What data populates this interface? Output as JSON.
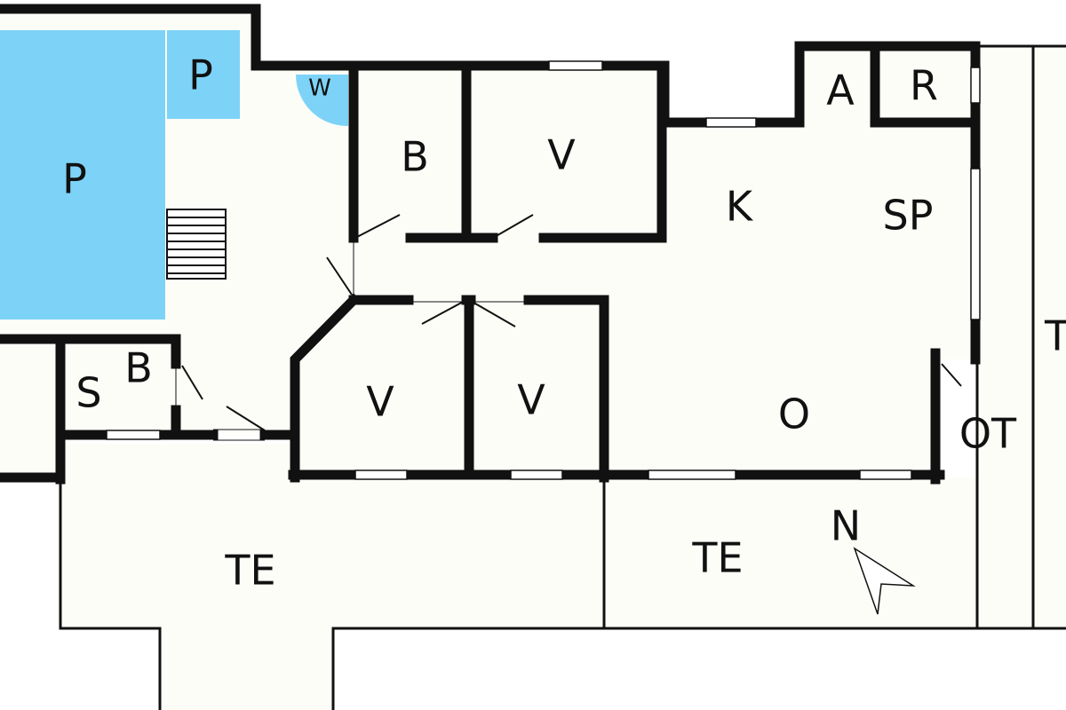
{
  "colors": {
    "background": "#ffffff",
    "floor": "#fdfdf8",
    "wall": "#111111",
    "pool": "#7dd3f7",
    "window": "#ffffff"
  },
  "labels": {
    "pool_main": "P",
    "pool_small": "P",
    "whirlpool": "W",
    "bath_upper": "B",
    "bedroom_upper": "V",
    "kitchen": "K",
    "dining": "SP",
    "utility": "A",
    "storage": "R",
    "sauna": "S",
    "bath_lower": "B",
    "bedroom_lower_left": "V",
    "bedroom_lower_right": "V",
    "living": "O",
    "covered_terrace": "OT",
    "terrace_left": "TE",
    "terrace_right": "TE",
    "terrace_far_right": "T",
    "north": "N"
  }
}
